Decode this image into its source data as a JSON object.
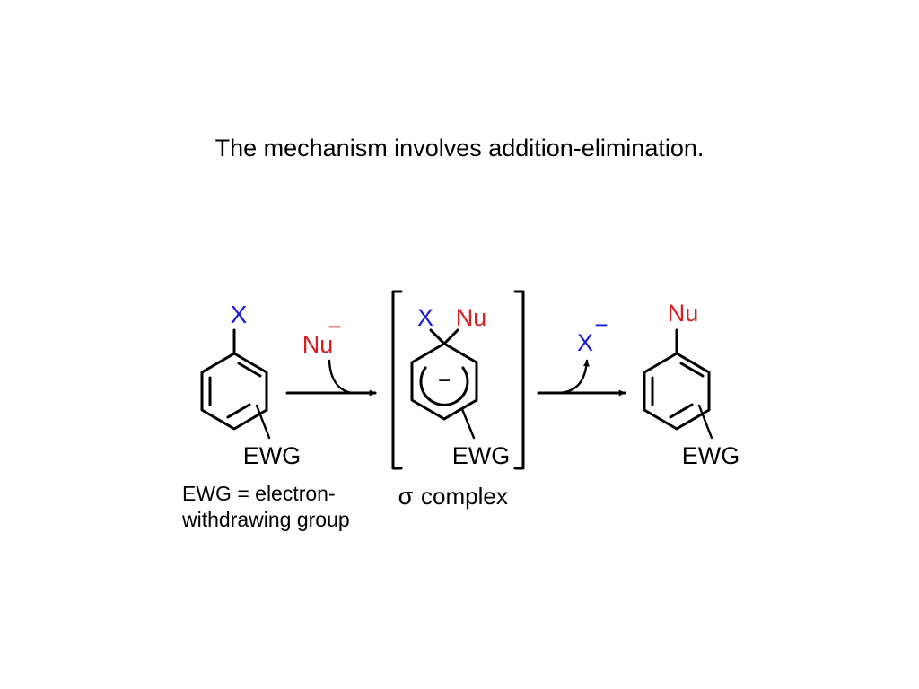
{
  "slide": {
    "title": "The mechanism involves addition-elimination."
  },
  "scheme": {
    "reactant": {
      "leaving_group": "X",
      "substituent": "EWG"
    },
    "nucleophile": {
      "label": "Nu",
      "charge": "−"
    },
    "intermediate": {
      "leaving_group": "X",
      "nucleophile": "Nu",
      "ring_charge": "−",
      "substituent": "EWG",
      "caption_symbol": "σ",
      "caption_text": "complex"
    },
    "leaving": {
      "label": "X",
      "charge": "−"
    },
    "product": {
      "nucleophile": "Nu",
      "substituent": "EWG"
    },
    "legend": {
      "line1": "EWG = electron-",
      "line2": "withdrawing group"
    },
    "colors": {
      "leaving_group": "#1a1adb",
      "nucleophile": "#d81e1e",
      "structure": "#000000"
    }
  }
}
